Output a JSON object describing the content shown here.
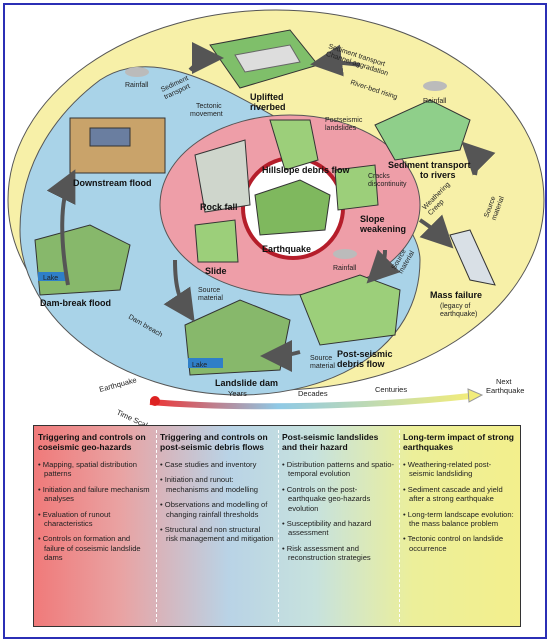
{
  "diagram": {
    "center": "Earthquake",
    "inner_ring": {
      "hillslope": "Hillslope debris flow",
      "rockfall": "Rock fall",
      "slide": "Slide",
      "slope_weakening": "Slope\nweakening",
      "cracks": "Cracks\ndiscontinuity"
    },
    "middle_ring": {
      "downstream_flood": "Downstream flood",
      "dam_break": "Dam-break flood",
      "landslide_dam": "Landslide dam",
      "post_seismic": "Post-seismic\ndebris flow",
      "lake1": "Lake",
      "lake2": "Lake",
      "dam_breach": "Dam breach",
      "source_material_1": "Source\nmaterial",
      "source_material_2": "Source\nmaterial",
      "source_material_3": "Source\nmaterial",
      "rainfall": "Rainfall"
    },
    "outer_ring": {
      "uplifted": "Uplifted\nriverbed",
      "sediment_transport_rivers": "Sediment transport\nto rivers",
      "mass_failure": "Mass failure",
      "legacy": "(legacy of\nearthquake)",
      "rainfall_left": "Rainfall",
      "rainfall_right": "Rainfall",
      "sediment_transport": "Sediment\ntransport",
      "tectonic": "Tectonic\nmovement",
      "channel": "Sediment transport\nChannel aggradation",
      "river_bed": "River-bed rising",
      "postseismic_landslides": "Postseismic\nlandslides",
      "weathering": "Weathering\nCreep",
      "source_material_outer": "Source\nmaterial"
    },
    "timeline": {
      "start": "Earthquake",
      "years": "Years",
      "decades": "Decades",
      "centuries": "Centuries",
      "end": "Next\nEarthquake",
      "scale": "Time Scale"
    }
  },
  "panel": {
    "columns": [
      {
        "title": "Triggering and controls on coseismic geo-hazards",
        "items": [
          "Mapping, spatial distribution patterns",
          "Initiation and failure mechanism analyses",
          "Evaluation of runout characteristics",
          "Controls on formation and failure of coseismic landslide dams"
        ]
      },
      {
        "title": "Triggering and controls on post-seismic debris flows",
        "items": [
          "Case studies and inventory",
          "Initiation and runout: mechanisms and modelling",
          "Observations and modelling of changing rainfall thresholds",
          "Structural and non structural risk management and mitigation"
        ]
      },
      {
        "title": "Post-seismic landslides and their hazard",
        "items": [
          "Distribution patterns and spatio-temporal evolution",
          "Controls on the post-earthquake geo-hazards evolution",
          "Susceptibility and hazard assessment",
          "Risk assessment and reconstruction strategies"
        ]
      },
      {
        "title": "Long-term impact of strong earthquakes",
        "items": [
          "Weathering-related post-seismic landsliding",
          "Sediment cascade and yield after a strong earthquake",
          "Long-term landscape evolution: the mass balance problem",
          "Tectonic control on landslide occurrence"
        ]
      }
    ]
  },
  "colors": {
    "outer": "#f7f0a8",
    "middle": "#a9d3e8",
    "inner": "#ee9ea8",
    "frame": "#2b2fb5"
  }
}
